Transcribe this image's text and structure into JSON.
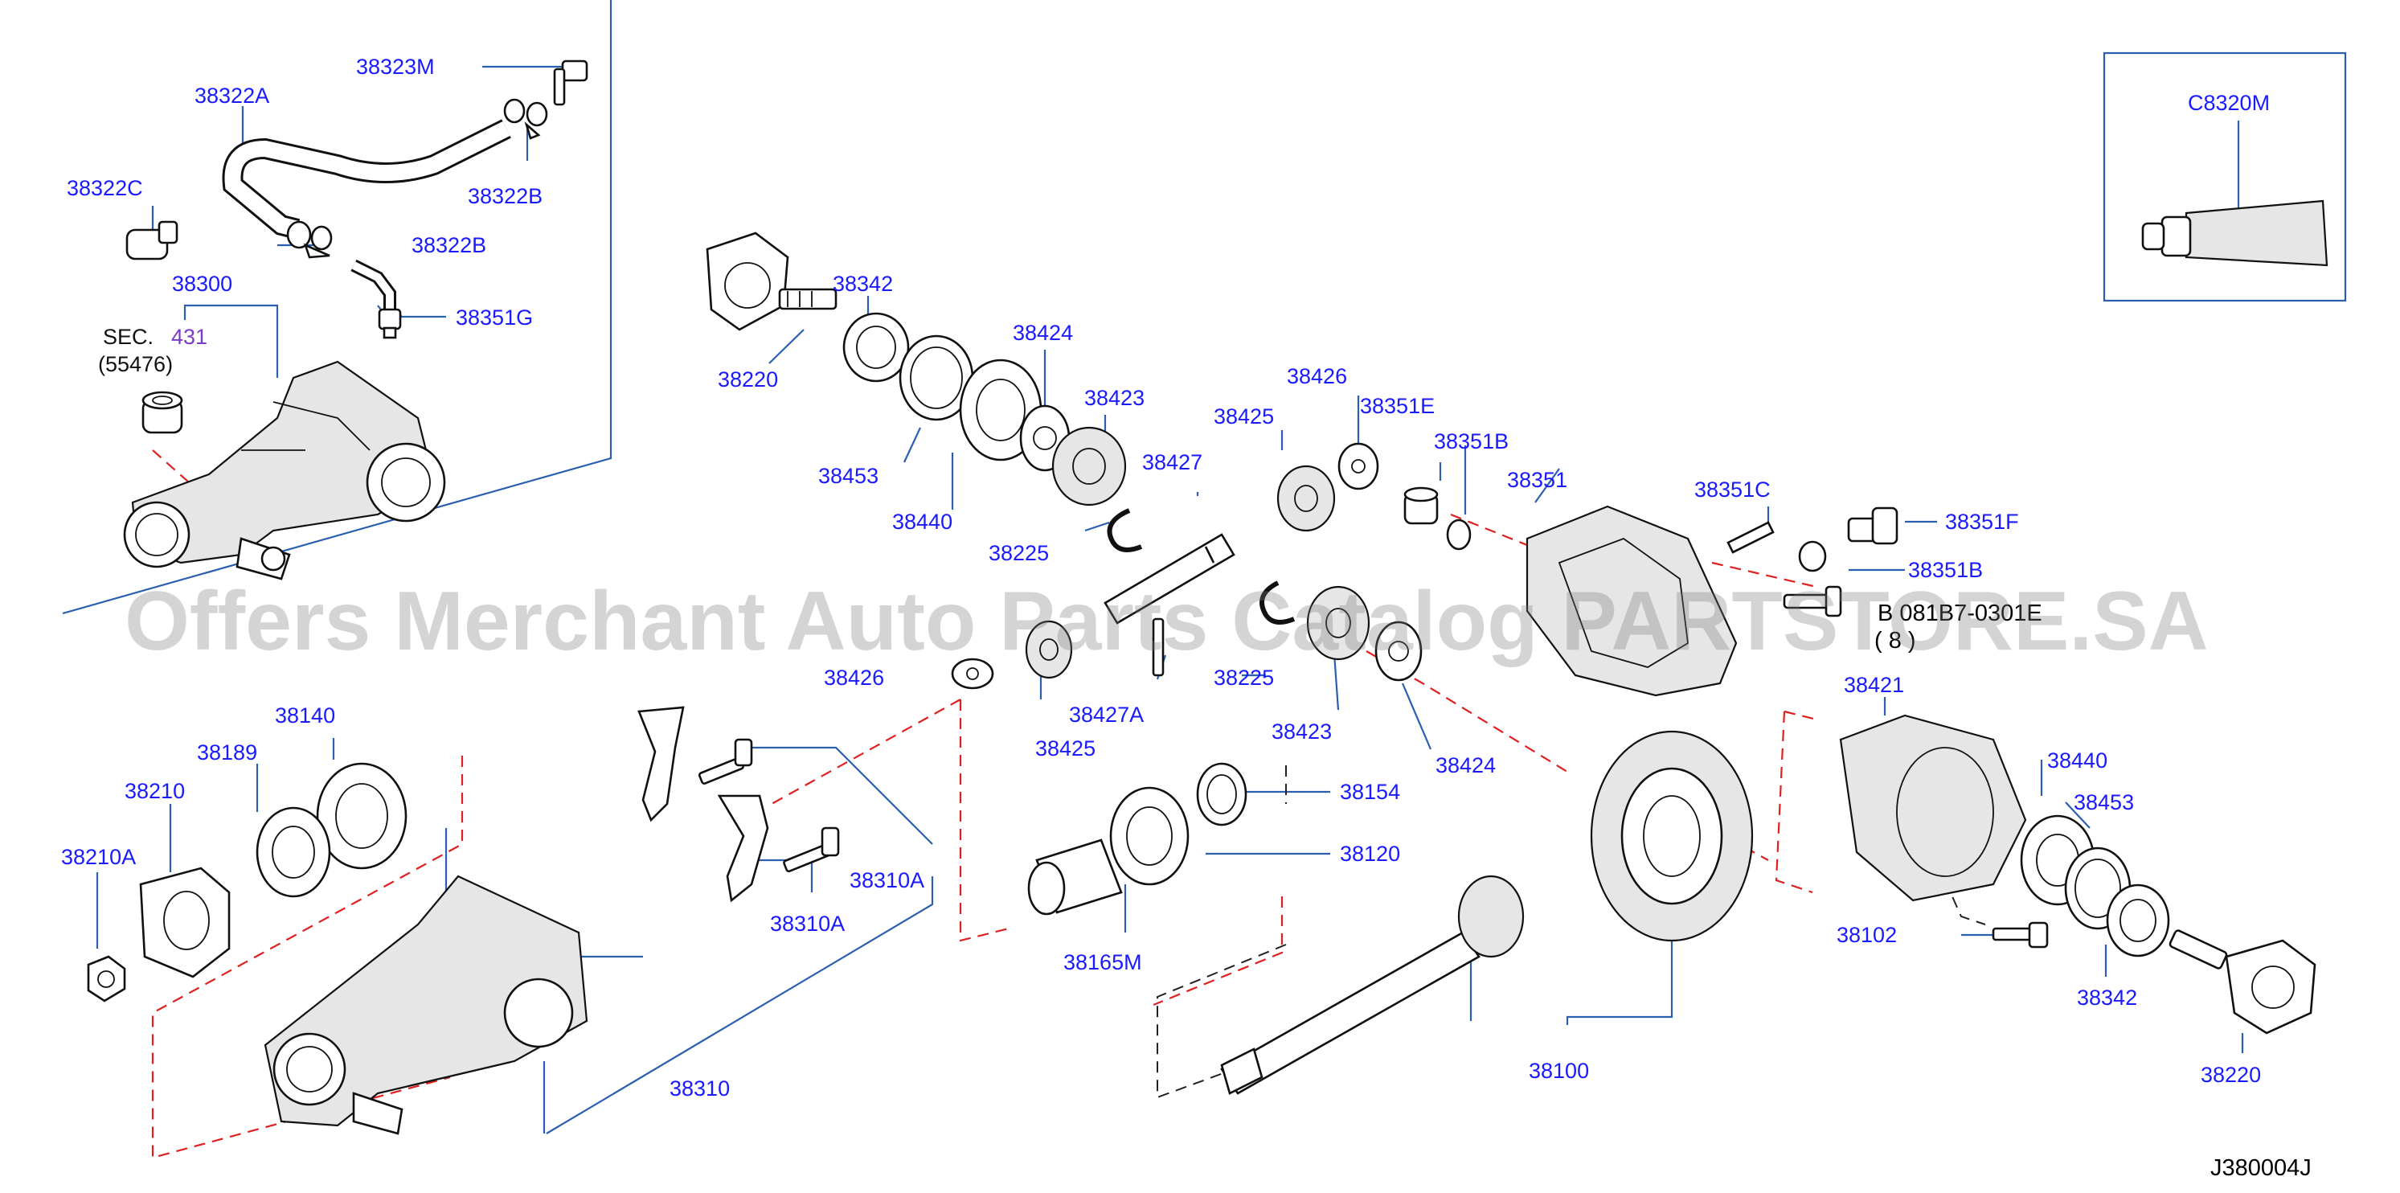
{
  "labels": {
    "p38323M": "38323M",
    "p38322A": "38322A",
    "p38322C": "38322C",
    "p38322B_a": "38322B",
    "p38322B_b": "38322B",
    "p38300": "38300",
    "p38351G": "38351G",
    "sec_prefix": "SEC.",
    "sec_number": "431",
    "sec_sub": "(55476)",
    "p38342_a": "38342",
    "p38220_a": "38220",
    "p38424_a": "38424",
    "p38423_a": "38423",
    "p38453_a": "38453",
    "p38440_a": "38440",
    "p38427": "38427",
    "p38225_a": "38225",
    "p38426_a": "38426",
    "p38425_a": "38425",
    "p38351E": "38351E",
    "p38351B_a": "38351B",
    "p38351": "38351",
    "p38351C": "38351C",
    "p38351F": "38351F",
    "p38351B_b": "38351B",
    "bolt_ref_a": "B  081B7-0301E",
    "bolt_ref_b": "( 8 )",
    "p38426_b": "38426",
    "p38425_b": "38425",
    "p38427A": "38427A",
    "p38225_b": "38225",
    "p38423_b": "38423",
    "p38424_b": "38424",
    "p38140": "38140",
    "p38189": "38189",
    "p38210": "38210",
    "p38210A": "38210A",
    "p38310A_a": "38310A",
    "p38310A_b": "38310A",
    "p38310": "38310",
    "p38154": "38154",
    "p38120": "38120",
    "p38165M": "38165M",
    "p38100": "38100",
    "p38421": "38421",
    "p38440_b": "38440",
    "p38453_b": "38453",
    "p38102": "38102",
    "p38342_b": "38342",
    "p38220_b": "38220",
    "pC8320M": "C8320M",
    "diagram_ref": "J380004J"
  },
  "watermark": "Offers Merchant Auto Parts Catalog PARTSTORE.SA",
  "colors": {
    "part_number": "#1a1aff",
    "leader_line": "#2a5fb0",
    "dashed_assembly_line": "#e02020",
    "section_number": "#7a3cc8",
    "watermark": "#9a9a9a"
  }
}
